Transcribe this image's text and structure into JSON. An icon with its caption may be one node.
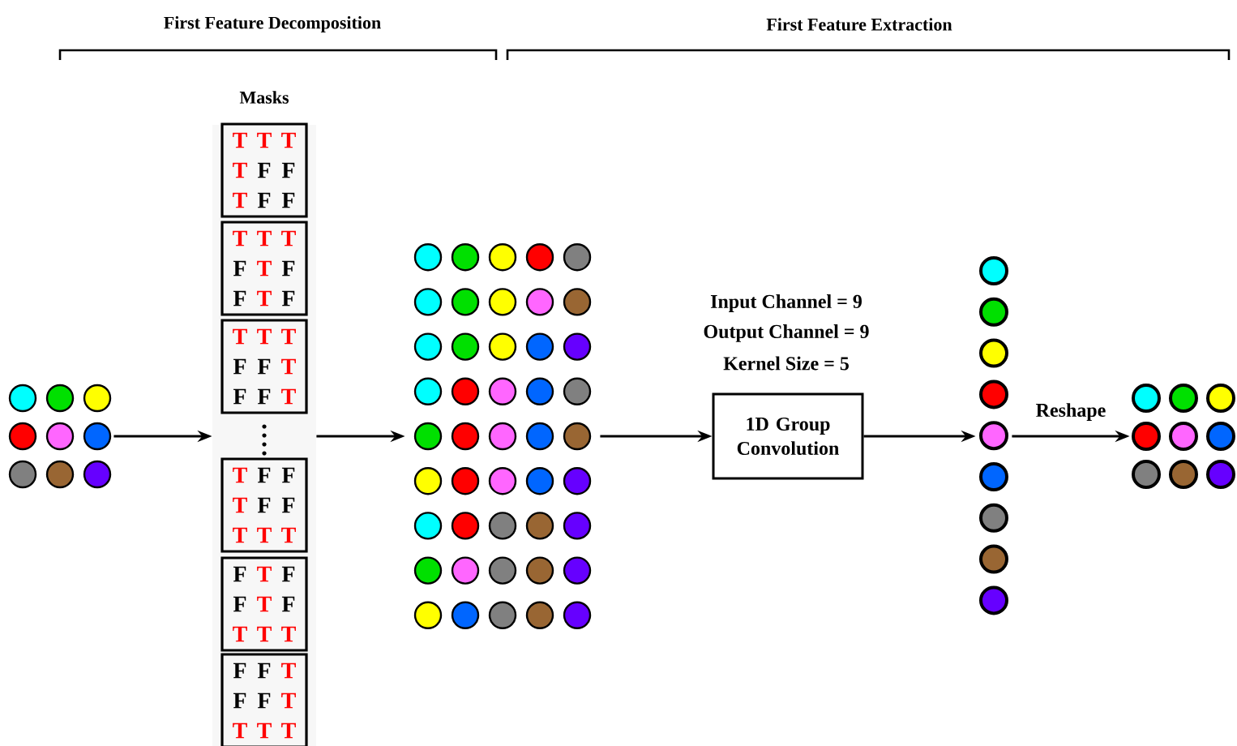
{
  "diagram": {
    "nodes": [
      {
        "text": [],
        "shape": "grid"
      },
      {
        "text": [
          "Masks"
        ]
      },
      {
        "text": [
          "T",
          "T",
          "T",
          "T",
          "F",
          "F",
          "T",
          "F",
          "F"
        ],
        "in": 1
      },
      {
        "text": [
          "T",
          "T",
          "T",
          "F",
          "T",
          "F",
          "F",
          "T",
          "F"
        ],
        "in": 1
      },
      {
        "text": [
          "T",
          "T",
          "T",
          "F",
          "F",
          "T",
          "F",
          "F",
          "T"
        ],
        "in": 1
      },
      {
        "text": [
          "T",
          "F",
          "F",
          "T",
          "F",
          "F",
          "T",
          "T",
          "T"
        ],
        "in": 1
      },
      {
        "text": [
          "F",
          "T",
          "F",
          "F",
          "T",
          "F",
          "T",
          "T",
          "T"
        ],
        "in": 1
      },
      {
        "text": [
          "F",
          "F",
          "T",
          "F",
          "F",
          "T",
          "T",
          "T",
          "T"
        ],
        "in": 1
      },
      {
        "text": [],
        "shape": "grid"
      },
      {
        "text": [
          "1D Group Convolution"
        ],
        "beside": [
          "Input Channel = 9",
          "Output Channel = 9",
          "Kernel Size = 5"
        ]
      },
      {
        "text": [],
        "shape": "column"
      },
      {
        "text": [],
        "shape": "grid"
      }
    ],
    "edges": [
      {
        "from": 0,
        "to": 1,
        "arrow": "to"
      },
      {
        "from": 1,
        "to": 8,
        "arrow": "to"
      },
      {
        "from": 8,
        "to": 9,
        "arrow": "to"
      },
      {
        "from": 9,
        "to": 10,
        "arrow": "to"
      },
      {
        "from": 10,
        "to": 11,
        "arrow": "to",
        "label": "Reshape"
      }
    ],
    "labels": [
      "First Feature Decomposition",
      "First Feature Extraction"
    ]
  }
}
